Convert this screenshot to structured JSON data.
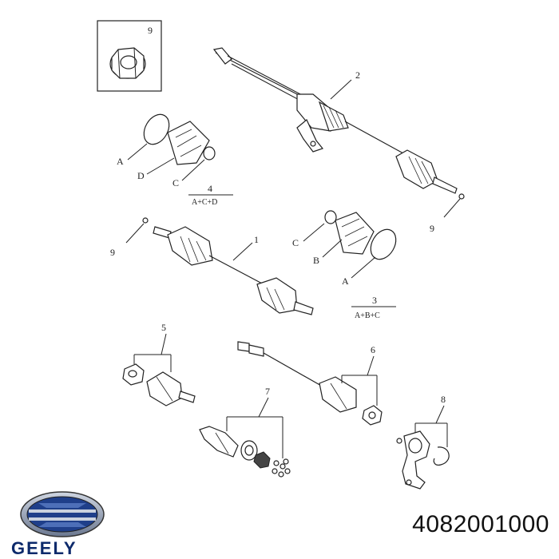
{
  "diagram": {
    "callouts": {
      "c1": "1",
      "c2": "2",
      "c3": "3",
      "c4": "4",
      "c5": "5",
      "c6": "6",
      "c7": "7",
      "c8": "8",
      "c9_box": "9",
      "c9_right": "9",
      "c9_left": "9"
    },
    "letters": {
      "kit4_a": "A",
      "kit4_d": "D",
      "kit4_c": "C",
      "kit3_c": "C",
      "kit3_b": "B",
      "kit3_a": "A"
    },
    "kits": {
      "kit4_formula": "A+C+D",
      "kit3_formula": "A+B+C"
    }
  },
  "footer": {
    "brand": "GEELY",
    "part_number": "4082001000"
  },
  "colors": {
    "brand_blue": "#0d2a6b",
    "line": "#222222"
  }
}
